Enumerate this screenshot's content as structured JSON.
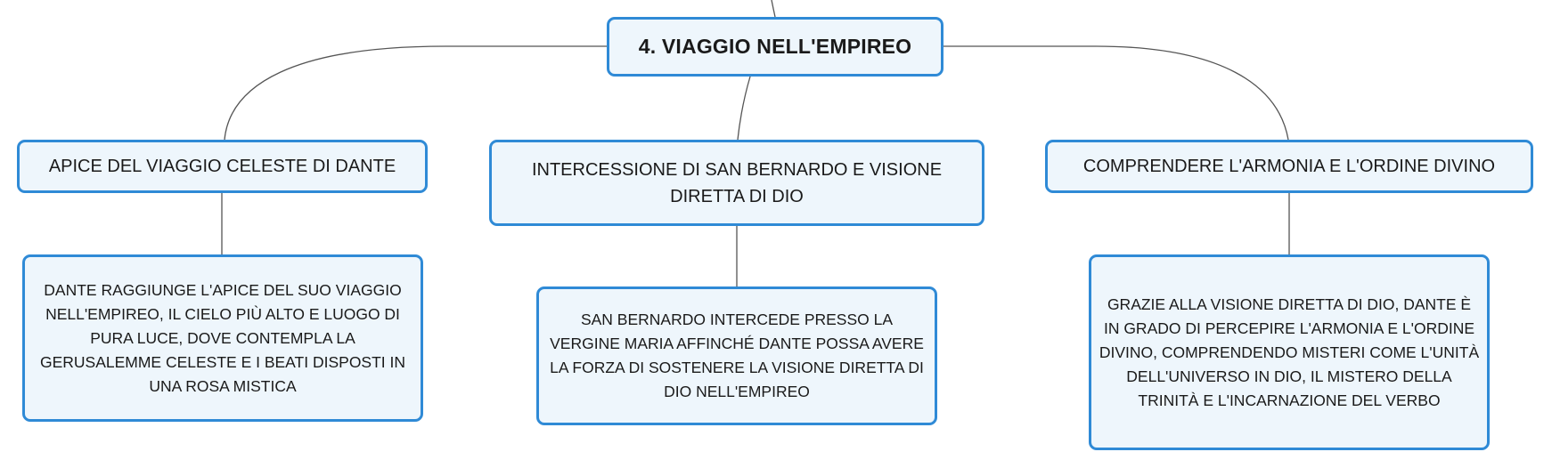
{
  "map": {
    "root": {
      "label": "4. VIAGGIO NELL'EMPIREO"
    },
    "branches": [
      {
        "label": "APICE DEL VIAGGIO CELESTE DI DANTE",
        "detail": "DANTE RAGGIUNGE L'APICE DEL SUO VIAGGIO NELL'EMPIREO, IL CIELO PIÙ ALTO E LUOGO DI PURA LUCE, DOVE CONTEMPLA LA GERUSALEMME CELESTE E I BEATI DISPOSTI IN UNA ROSA MISTICA"
      },
      {
        "label": "INTERCESSIONE DI SAN BERNARDO E VISIONE DIRETTA DI DIO",
        "detail": "SAN BERNARDO INTERCEDE PRESSO LA VERGINE MARIA AFFINCHÉ DANTE POSSA AVERE LA FORZA DI SOSTENERE LA VISIONE DIRETTA DI DIO NELL'EMPIREO"
      },
      {
        "label": "COMPRENDERE L'ARMONIA E L'ORDINE DIVINO",
        "detail": "GRAZIE ALLA VISIONE DIRETTA DI DIO, DANTE È IN GRADO DI PERCEPIRE L'ARMONIA E L'ORDINE DIVINO, COMPRENDENDO MISTERI COME L'UNITÀ DELL'UNIVERSO IN DIO, IL MISTERO DELLA TRINITÀ E L'INCARNAZIONE DEL VERBO"
      }
    ]
  },
  "colors": {
    "node_border": "#2f8ad6",
    "node_fill": "#eef6fc",
    "connector": "#555555",
    "text": "#1a1a1a"
  }
}
